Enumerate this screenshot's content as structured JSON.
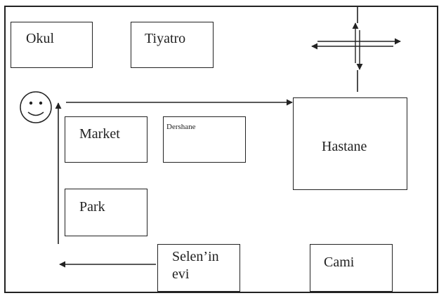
{
  "places": {
    "okul": "Okul",
    "tiyatro": "Tiyatro",
    "market": "Market",
    "dershane": "Dershane",
    "hastane": "Hastane",
    "park": "Park",
    "selen_line1": "Selen’in",
    "selen_line2": "evi",
    "cami": "Cami"
  },
  "icons": {
    "person": "smiley-face-icon",
    "compass": "direction-cross-icon"
  },
  "colors": {
    "line": "#222222",
    "background": "#ffffff"
  }
}
